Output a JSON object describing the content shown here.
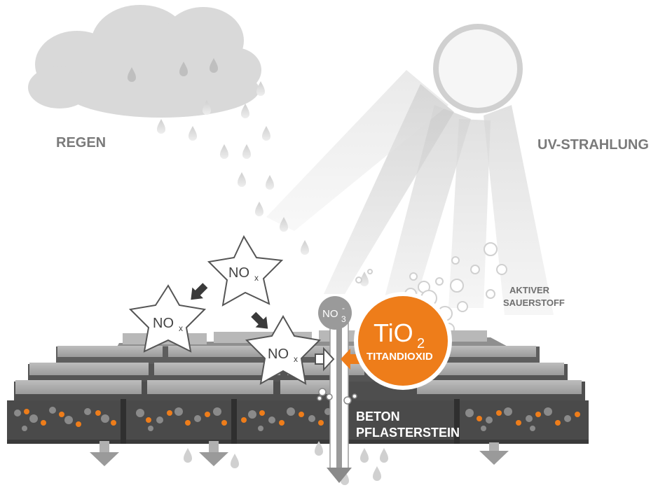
{
  "labels": {
    "rain": "REGEN",
    "uv": "UV-STRAHLUNG",
    "oxygen_line1": "AKTIVER",
    "oxygen_line2": "SAUERSTOFF",
    "concrete_line1": "BETON",
    "concrete_line2": "PFLASTERSTEIN"
  },
  "molecules": {
    "nox_main": "NO",
    "nox_sub": "x",
    "no3_main": "NO",
    "no3_sub": "3",
    "no3_charge": "-"
  },
  "catalyst": {
    "formula_main": "TiO",
    "formula_sub": "2",
    "name": "TITANDIOXID"
  },
  "colors": {
    "accent": "#ee7d1a",
    "light_gray": "#dcdcdc",
    "mid_gray": "#a8a8a8",
    "dark_gray": "#4a4a4a",
    "text_gray": "#7a7a7a"
  },
  "icons": {
    "cloud": "cloud-icon",
    "sun": "sun-icon",
    "raindrop": "raindrop-icon",
    "star": "star-burst-icon",
    "arrow": "arrow-icon"
  }
}
